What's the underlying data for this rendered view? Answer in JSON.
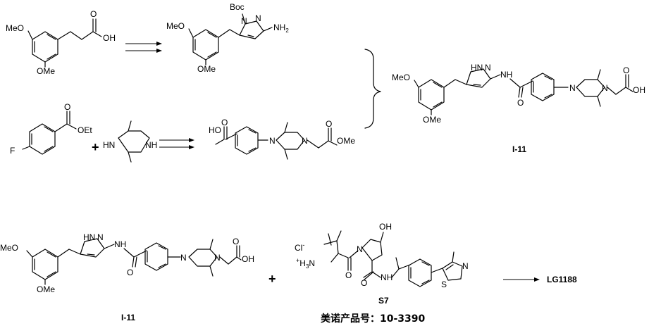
{
  "labels": {
    "meo": "MeO",
    "ome": "OMe",
    "oh": "OH",
    "o": "O",
    "boc": "Boc",
    "n": "N",
    "nh2": "NH",
    "sub2": "2",
    "hn": "HN",
    "hnN": "HN",
    "nh": "NH",
    "f": "F",
    "oet": "OEt",
    "ho": "HO",
    "cl": "Cl",
    "minus": "-",
    "h3n": "H",
    "plusH3N": "+",
    "h3n_3": "3",
    "h3n_n": "N",
    "s": "S",
    "plus": "+"
  },
  "compounds": {
    "i11_top": "I-11",
    "i11_bottom": "I-11",
    "s7": "S7",
    "product": "LG1188"
  },
  "footer": {
    "product_no": "美诺产品号：10-3390"
  }
}
